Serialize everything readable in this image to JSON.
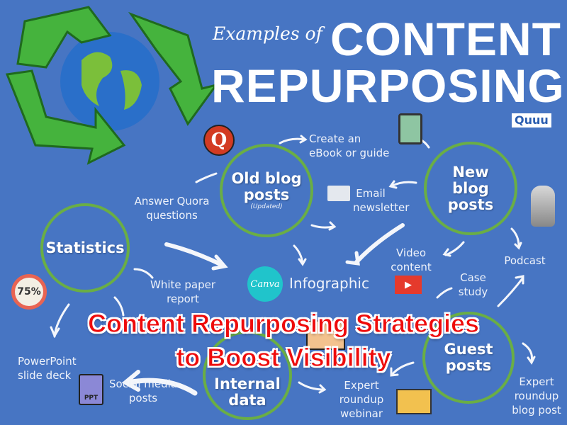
{
  "title": {
    "line1": "Examples of",
    "line2": "CONTENT",
    "line3": "REPURPOSING"
  },
  "brand": "Quuu",
  "hubs": {
    "old_blog": {
      "label": "Old blog posts",
      "sub": "(Updated)"
    },
    "new_blog": {
      "label": "New blog posts"
    },
    "statistics": {
      "label": "Statistics"
    },
    "internal_data": {
      "label": "Internal data"
    },
    "guest_posts": {
      "label": "Guest posts"
    }
  },
  "items": {
    "ebook": "Create an eBook or guide",
    "quora": "Answer Quora questions",
    "email": "Email newsletter",
    "video": "Video content",
    "podcast": "Podcast",
    "infographic": "Infographic",
    "case_study": "Case study",
    "white_paper": "White paper report",
    "social": "Social media posts",
    "powerpoint": "PowerPoint slide deck",
    "webinar": "Expert roundup webinar",
    "roundup_post": "Expert roundup blog post"
  },
  "icons": {
    "stat_badge": "75%",
    "ppt": "PPT",
    "canva": "Canva",
    "quora": "Q"
  },
  "overlay": {
    "line1": "Content Repurposing Strategies",
    "line2": "to Boost Visibility"
  },
  "colors": {
    "background": "#4775c3",
    "circle": "#6aae45",
    "overlay_text": "#ee0b0b"
  }
}
